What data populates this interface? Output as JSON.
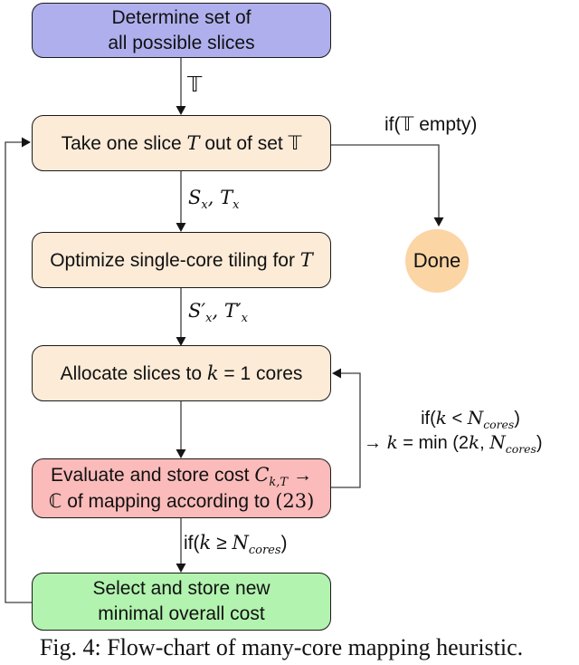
{
  "nodes": {
    "determine": {
      "line1": "Determine set of",
      "line2": "all possible slices"
    },
    "take": {
      "p1": "Take one slice ",
      "T": "T",
      "p2": " out of set ",
      "bbT": "𝕋"
    },
    "optimize": {
      "p1": "Optimize single-core tiling for ",
      "T": "T"
    },
    "allocate": {
      "p1": "Allocate slices to ",
      "k": "k",
      "p2": " = 1 cores"
    },
    "evaluate": {
      "l1p1": "Evaluate and store cost ",
      "C": "C",
      "Csub": "k,T",
      "l1p2": " →",
      "l2bbC": "ℂ",
      "l2p1": " of mapping according to ",
      "l2ref": "(23)"
    },
    "select": {
      "line1": "Select and store new",
      "line2": "minimal overall cost"
    },
    "done": {
      "label": "Done"
    }
  },
  "edges": {
    "set_out": {
      "bbT": "𝕋"
    },
    "if_empty": {
      "p1": "if(",
      "bbT": "𝕋",
      "p2": " empty)"
    },
    "sx_tx": {
      "S": "S",
      "Ssub": "x",
      "comma": ", ",
      "T": "T",
      "Tsub": "x"
    },
    "sxp_txp": {
      "S": "S′",
      "Ssub": "x",
      "comma": ", ",
      "T": "T′",
      "Tsub": "x"
    },
    "if_k_lt": {
      "p1": "if(",
      "k": "k",
      "p2": " < ",
      "N": "N",
      "Nsub": "cores",
      "p3": ")"
    },
    "k_update": {
      "arrow": "→  ",
      "k1": "k",
      "p1": " = min (2",
      "k2": "k",
      "p2": ", ",
      "N": "N",
      "Nsub": "cores",
      "p3": ")"
    },
    "if_k_ge": {
      "p1": "if(",
      "k": "k",
      "p2": " ≥ ",
      "N": "N",
      "Nsub": "cores",
      "p3": ")"
    }
  },
  "caption": "Fig. 4: Flow-chart of many-core mapping heuristic.",
  "colors": {
    "node_blue": "#afafee",
    "node_peach": "#fcebd7",
    "node_red": "#fabbba",
    "node_green": "#b2f3af",
    "node_done": "#fbd5a4",
    "line": "#3d3d3d",
    "arrowhead": "#151515"
  }
}
